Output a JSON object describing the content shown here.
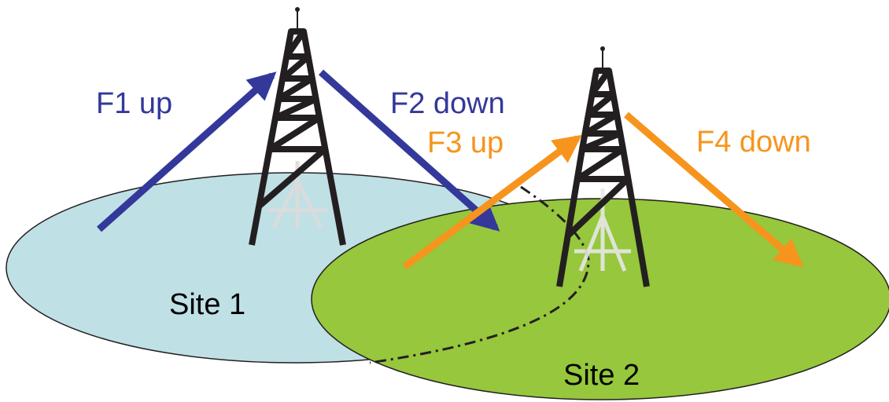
{
  "sites": [
    {
      "label": "Site 1",
      "color": "#bfe0e5"
    },
    {
      "label": "Site 2",
      "color": "#96c73c"
    }
  ],
  "links": [
    {
      "label": "F1 up",
      "color": "#33389a"
    },
    {
      "label": "F2 down",
      "color": "#33389a"
    },
    {
      "label": "F3 up",
      "color": "#f7941d"
    },
    {
      "label": "F4 down",
      "color": "#f7941d"
    }
  ],
  "tower_color": "#231f20"
}
